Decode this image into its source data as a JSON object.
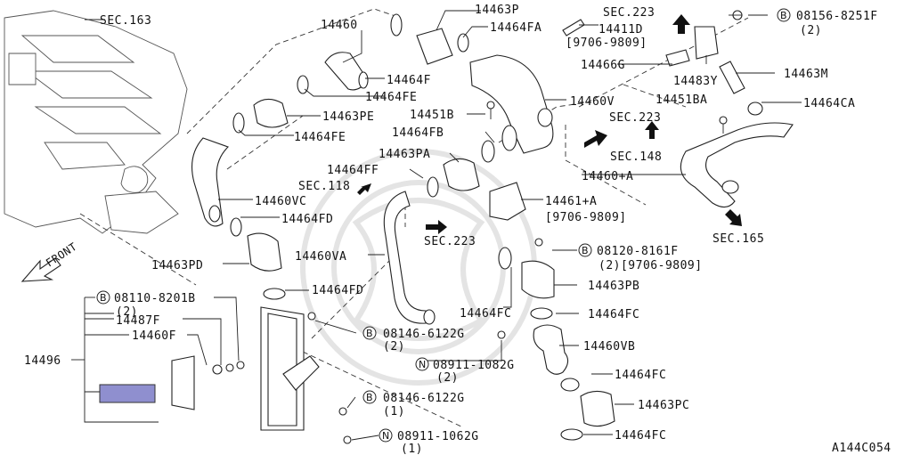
{
  "diagram_id": "A144C054",
  "front_label": "FRONT",
  "callouts": {
    "sec163": "SEC.163",
    "c14460": "14460",
    "c14463P": "14463P",
    "c14464FA": "14464FA",
    "sec223_top": "SEC.223",
    "c14411D": "14411D",
    "c14411D_date": "[9706-9809]",
    "bolt_08156": "08156-8251F",
    "bolt_08156_qty": "(2)",
    "c14466G": "14466G",
    "c14483Y": "14483Y",
    "c14463M": "14463M",
    "c14464F": "14464F",
    "c14464FE_1": "14464FE",
    "c14463PE": "14463PE",
    "c14464FE_2": "14464FE",
    "c14460V": "14460V",
    "c14451B": "14451B",
    "c14451BA": "14451BA",
    "c14464CA": "14464CA",
    "sec223_mid": "SEC.223",
    "c14464FB": "14464FB",
    "sec148": "SEC.148",
    "c14463PA": "14463PA",
    "c14460A": "14460+A",
    "c14464FF": "14464FF",
    "sec118": "SEC.118",
    "c14461A": "14461+A",
    "c14461A_date": "[9706-9809]",
    "c14460VC": "14460VC",
    "c14464FD_1": "14464FD",
    "sec223_low": "SEC.223",
    "sec165": "SEC.165",
    "bolt_08120": "08120-8161F",
    "bolt_08120_qty": "(2)[9706-9809]",
    "c14460VA": "14460VA",
    "c14463PD": "14463PD",
    "c14463PB": "14463PB",
    "c14464FD_2": "14464FD",
    "bolt_08110": "08110-8201B",
    "bolt_08110_qty": "(2)",
    "c14487F": "14487F",
    "c14464FC_1": "14464FC",
    "c14464FC_2": "14464FC",
    "c14460F": "14460F",
    "bolt_08146_a": "08146-6122G",
    "bolt_08146_a_qty": "(2)",
    "c14460VB": "14460VB",
    "c14496": "14496",
    "nut_08911_a": "08911-1082G",
    "nut_08911_a_qty": "(2)",
    "c14464FC_3": "14464FC",
    "bolt_08146_b": "08146-6122G",
    "bolt_08146_b_qty": "(1)",
    "c14463PC": "14463PC",
    "nut_08911_b": "08911-1062G",
    "nut_08911_b_qty": "(1)",
    "c14464FC_4": "14464FC"
  },
  "markers": {
    "bolt": "B",
    "nut": "N"
  },
  "colors": {
    "line": "#222222",
    "highlight": "#8f8fcf",
    "watermark": "#e4e4e4"
  },
  "icons": [
    "front-arrow-icon",
    "section-arrow-icon",
    "bolt-marker-icon",
    "nut-marker-icon"
  ]
}
